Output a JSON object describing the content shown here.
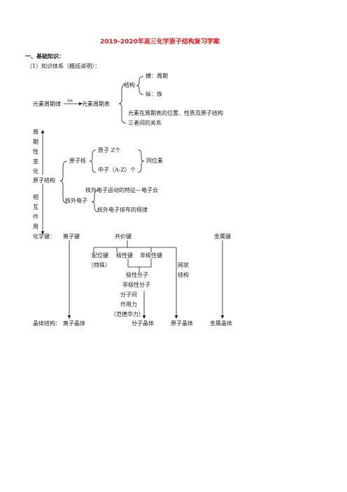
{
  "title": "2019-2020年高三化学原子结构复习学案",
  "section1": "一、基础知识：",
  "sub1": "（1）知识体系（概括说明）：",
  "structure": {
    "jiegou": "结构",
    "heng": "横：周期",
    "zong": "纵：族",
    "law": "元素周期律",
    "arrow_label": "具体",
    "table": "元素周期表",
    "relation_line1": "元素在周期表的位置、性质及原子结构",
    "relation_line2": "三者间的关系"
  },
  "vertical": {
    "upper": [
      "周",
      "期",
      "性",
      "变",
      "化"
    ],
    "middle": "原子结构",
    "lower": [
      "相",
      "互",
      "作",
      "用"
    ]
  },
  "atom": {
    "nucleus": "原子核",
    "proton": "质子 Z个",
    "neutron": "中子（A-Z）个",
    "isotope": "同位素",
    "electron": "核外电子",
    "electron_motion": "核外电子运动的特征—电子云",
    "electron_arrangement": "核外电子排布的规律"
  },
  "bonds": {
    "label": "化学键：",
    "ionic": "离子键",
    "covalent": "共价键",
    "metallic": "金属键",
    "coordinate": "配位键",
    "special": "（特殊）",
    "polar": "极性键",
    "nonpolar": "非极性键",
    "network1": "网状",
    "network2": "结构",
    "polar_molecule": "极性分子",
    "nonpolar_molecule": "非极性分子",
    "inter1": "分子间",
    "inter2": "作用力",
    "vdw": "（范德华力）"
  },
  "crystal": {
    "label": "晶体结构：",
    "ionic": "离子晶体",
    "molecular": "分子晶体",
    "atomic": "原子晶体",
    "metallic": "金属晶体"
  }
}
